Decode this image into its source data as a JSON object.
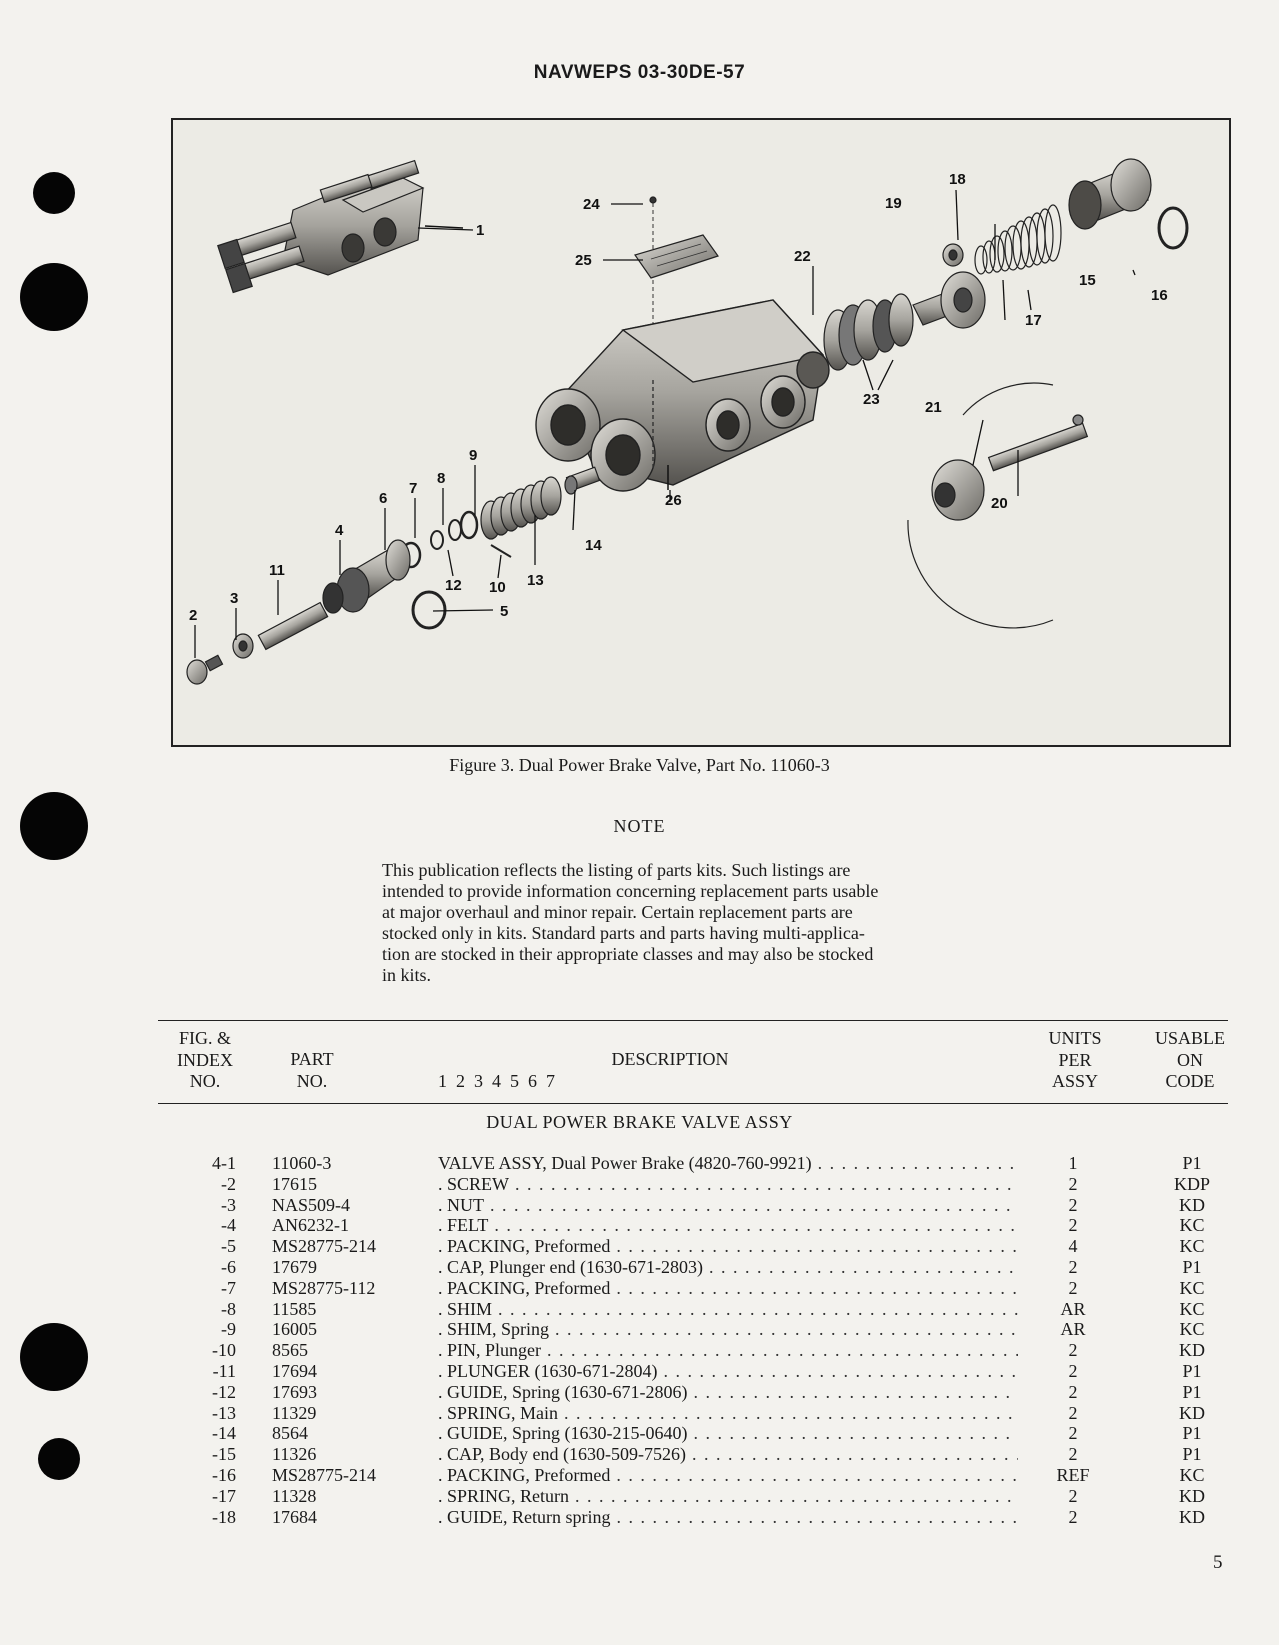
{
  "header": "NAVWEPS 03-30DE-57",
  "figure": {
    "caption": "Figure 3.  Dual Power Brake Valve, Part No. 11060-3",
    "callouts": [
      "1",
      "2",
      "3",
      "4",
      "5",
      "6",
      "7",
      "8",
      "9",
      "10",
      "11",
      "12",
      "13",
      "14",
      "15",
      "16",
      "17",
      "18",
      "19",
      "20",
      "21",
      "22",
      "23",
      "24",
      "25",
      "26"
    ]
  },
  "note": {
    "title": "NOTE",
    "lines": [
      "This publication reflects the listing of parts kits.  Such listings are",
      "intended to provide information concerning replacement parts usable",
      "at major overhaul and minor repair.  Certain replacement parts are",
      "stocked only in kits.  Standard parts and parts having multi-applica-",
      "tion are stocked in their appropriate classes and may also be stocked",
      "in kits."
    ]
  },
  "table": {
    "headers": {
      "fig": [
        "FIG. &",
        "INDEX",
        "NO."
      ],
      "part": [
        "PART",
        "NO."
      ],
      "desc": "DESCRIPTION",
      "indent": "1  2  3  4  5  6  7",
      "units": [
        "UNITS",
        "PER",
        "ASSY"
      ],
      "usable": [
        "USABLE",
        "ON",
        "CODE"
      ]
    },
    "section_title": "DUAL POWER BRAKE VALVE ASSY",
    "rows": [
      {
        "index": "4-1",
        "part": "11060-3",
        "desc": "VALVE ASSY, Dual Power Brake (4820-760-9921)",
        "units": "1",
        "code": "P1"
      },
      {
        "index": "-2",
        "part": "17615",
        "desc": ".  SCREW",
        "units": "2",
        "code": "KDP"
      },
      {
        "index": "-3",
        "part": "NAS509-4",
        "desc": ".  NUT",
        "units": "2",
        "code": "KD"
      },
      {
        "index": "-4",
        "part": "AN6232-1",
        "desc": ".  FELT",
        "units": "2",
        "code": "KC"
      },
      {
        "index": "-5",
        "part": "MS28775-214",
        "desc": ".  PACKING, Preformed",
        "units": "4",
        "code": "KC"
      },
      {
        "index": "-6",
        "part": "17679",
        "desc": ".  CAP, Plunger end (1630-671-2803)",
        "units": "2",
        "code": "P1"
      },
      {
        "index": "-7",
        "part": "MS28775-112",
        "desc": ".  PACKING, Preformed",
        "units": "2",
        "code": "KC"
      },
      {
        "index": "-8",
        "part": "11585",
        "desc": ".  SHIM",
        "units": "AR",
        "code": "KC"
      },
      {
        "index": "-9",
        "part": "16005",
        "desc": ".  SHIM, Spring",
        "units": "AR",
        "code": "KC"
      },
      {
        "index": "-10",
        "part": "8565",
        "desc": ".  PIN, Plunger",
        "units": "2",
        "code": "KD"
      },
      {
        "index": "-11",
        "part": "17694",
        "desc": ".  PLUNGER (1630-671-2804)",
        "units": "2",
        "code": "P1"
      },
      {
        "index": "-12",
        "part": "17693",
        "desc": ".  GUIDE, Spring (1630-671-2806)",
        "units": "2",
        "code": "P1"
      },
      {
        "index": "-13",
        "part": "11329",
        "desc": ".  SPRING, Main",
        "units": "2",
        "code": "KD"
      },
      {
        "index": "-14",
        "part": "8564",
        "desc": ".  GUIDE, Spring (1630-215-0640)",
        "units": "2",
        "code": "P1"
      },
      {
        "index": "-15",
        "part": "11326",
        "desc": ".  CAP, Body end (1630-509-7526)",
        "units": "2",
        "code": "P1"
      },
      {
        "index": "-16",
        "part": "MS28775-214",
        "desc": ".  PACKING, Preformed",
        "units": "REF",
        "code": "KC"
      },
      {
        "index": "-17",
        "part": "11328",
        "desc": ".  SPRING, Return",
        "units": "2",
        "code": "KD"
      },
      {
        "index": "-18",
        "part": "17684",
        "desc": ".  GUIDE, Return spring",
        "units": "2",
        "code": "KD"
      }
    ]
  },
  "page_number": "5"
}
